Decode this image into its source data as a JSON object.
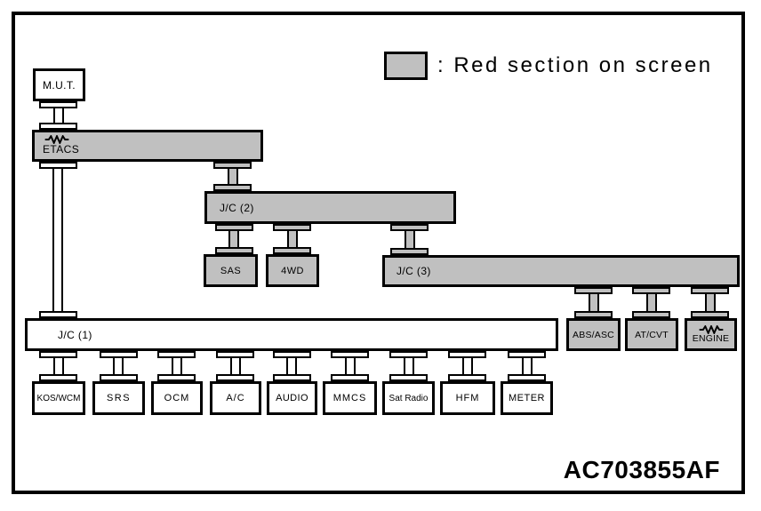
{
  "colors": {
    "highlight_gray": "#c0c0c0",
    "line_black": "#000000",
    "background": "#ffffff"
  },
  "legend": {
    "label": ": Red section on screen"
  },
  "figure_code": "AC703855AF",
  "nodes": {
    "mut": {
      "label": "M.U.T.",
      "highlighted": false
    },
    "etacs": {
      "label": "ETACS",
      "highlighted": true,
      "icon": "resistor-icon"
    },
    "jc2": {
      "label": "J/C (2)",
      "highlighted": true
    },
    "sas": {
      "label": "SAS",
      "highlighted": true
    },
    "fwd": {
      "label": "4WD",
      "highlighted": true
    },
    "jc3": {
      "label": "J/C (3)",
      "highlighted": true
    },
    "abs_asc": {
      "label": "ABS/ASC",
      "highlighted": true
    },
    "at_cvt": {
      "label": "AT/CVT",
      "highlighted": true
    },
    "engine": {
      "label": "ENGINE",
      "highlighted": true,
      "icon": "resistor-icon"
    },
    "jc1": {
      "label": "J/C (1)",
      "highlighted": false
    },
    "kos_wcm": {
      "label": "KOS/WCM",
      "highlighted": false
    },
    "srs": {
      "label": "SRS",
      "highlighted": false
    },
    "ocm": {
      "label": "OCM",
      "highlighted": false
    },
    "ac": {
      "label": "A/C",
      "highlighted": false
    },
    "audio": {
      "label": "AUDIO",
      "highlighted": false
    },
    "mmcs": {
      "label": "MMCS",
      "highlighted": false
    },
    "sat_radio": {
      "label": "Sat Radio",
      "highlighted": false
    },
    "hfm": {
      "label": "HFM",
      "highlighted": false
    },
    "meter": {
      "label": "METER",
      "highlighted": false
    }
  },
  "edges": [
    [
      "M.U.T.",
      "ETACS"
    ],
    [
      "ETACS",
      "J/C (2)"
    ],
    [
      "ETACS",
      "J/C (1)"
    ],
    [
      "J/C (2)",
      "SAS"
    ],
    [
      "J/C (2)",
      "4WD"
    ],
    [
      "J/C (2)",
      "J/C (3)"
    ],
    [
      "J/C (3)",
      "ABS/ASC"
    ],
    [
      "J/C (3)",
      "AT/CVT"
    ],
    [
      "J/C (3)",
      "ENGINE"
    ],
    [
      "J/C (1)",
      "KOS/WCM"
    ],
    [
      "J/C (1)",
      "SRS"
    ],
    [
      "J/C (1)",
      "OCM"
    ],
    [
      "J/C (1)",
      "A/C"
    ],
    [
      "J/C (1)",
      "AUDIO"
    ],
    [
      "J/C (1)",
      "MMCS"
    ],
    [
      "J/C (1)",
      "Sat Radio"
    ],
    [
      "J/C (1)",
      "HFM"
    ],
    [
      "J/C (1)",
      "METER"
    ]
  ]
}
